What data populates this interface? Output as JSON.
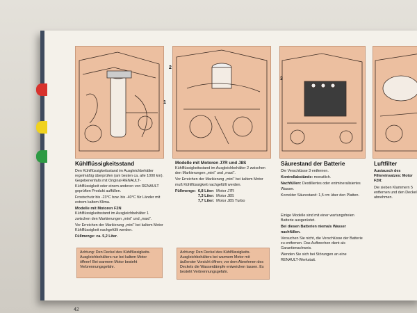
{
  "page_number": "42",
  "col1": {
    "heading": "Kühlflüssigkeitsstand",
    "p1": "Den Kühlflüssigkeitsstand im Ausgleichbehälter regelmäßig überprüfen (am besten ca. alle 1000 km). Gegebenenfalls mit Original-RENAULT-Kühlflüssigkeit oder einem anderen von RENAULT geprüften Produkt auffüllen.",
    "p2": "Frostschutz bis -23°C bzw. bis -40°C für Länder mit extrem kaltem Klima.",
    "sub": "Modelle mit Motoren F2N",
    "p3": "Kühlflüssigkeitsstand im Ausgleichbehälter 1 zwischen den Markierungen „mini“ und „maxi“.",
    "p4": "Vor Erreichen der Markierung „mini“ bei kaltem Motor Kühlflüssigkeit nachgefüllt werden.",
    "p5": "Füllmenge: ca. 5,2 Liter.",
    "warning": "Achtung: Den Deckel des Kühlflüssigkeits-Ausgleichbehälters nur bei kaltem Motor öffnen! Bei warmem Motor besteht Verbrennungsgefahr."
  },
  "col2": {
    "heading": "Modelle mit Motoren J7R und J8S",
    "p1": "Kühlflüssigkeitsstand im Ausgleichbehälter 2 zwischen den Markierungen „mini“ und „maxi“.",
    "p2": "Vor Erreichen der Markierung „mini“ bei kaltem Motor muß Kühlflüssigkeit nachgefüllt werden.",
    "fill_label": "Füllmenge:",
    "fills": [
      {
        "qty": "6,8 Liter:",
        "engine": "Motor J7R"
      },
      {
        "qty": "7,3 Liter:",
        "engine": "Motor J8S"
      },
      {
        "qty": "7,7 Liter:",
        "engine": "Motor J8S Turbo"
      }
    ],
    "warning": "Achtung: Den Deckel des Kühlflüssigkeits-Ausgleichbehälters bei warmem Motor mit äußerster Vorsicht öffnen; vor dem Abnehmen des Deckels die Wasserdämpfe entweichen lassen. Es besteht Verbrennungsgefahr."
  },
  "col3": {
    "heading": "Säurestand der Batterie",
    "p1": "Die Verschlüsse 3 entfernen.",
    "p2_label": "Kontrollabstände:",
    "p2": "monatlich.",
    "p3_label": "Nachfüllen:",
    "p3": "Destilliertes oder entmineralisiertes Wasser.",
    "p4": "Korrekter Säurestand: 1,5 cm über den Platten.",
    "p5": "Einige Modelle sind mit einer wartungsfreien Batterie ausgerüstet.",
    "p6": "Bei diesen Batterien niemals Wasser nachfüllen.",
    "p7": "Versuchen Sie nicht, die Verschlüsse der Batterie zu entfernen. Das Aufbrechen dient als Garantienachweis.",
    "p8": "Wenden Sie sich bei Störungen an eine RENAULT-Werkstatt."
  },
  "col4": {
    "heading": "Luftfilter",
    "p1": "Austausch des Filtereinsatzes: Motor F2N:",
    "p2": "Die sieben Klammern 5 entfernen und den Deckel abnehmen."
  },
  "callouts": {
    "c1": "1",
    "c2": "2",
    "c3": "3"
  }
}
